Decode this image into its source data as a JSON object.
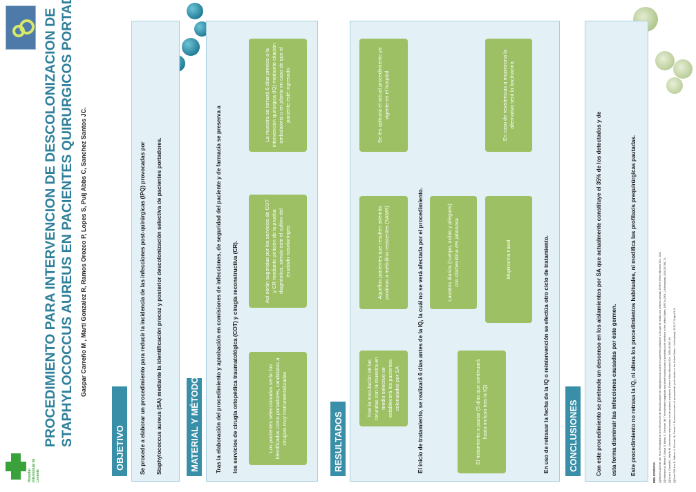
{
  "title": {
    "line1": "PROCEDIMIENTO PARA INTERVENCION DE DESCOLONIZACION DE",
    "line2": "STAPHYLOCOCCUS AUREUS EN PACIENTES QUIRURGICOS PORTADORES"
  },
  "authors": "Gaspar Carreño M , Martí Gonzalez R, Ramos Orozco P, Lopes S, Puij Abbs C, Sanchez Santos JC.",
  "logo": {
    "hospital_text": "Hospital Intermutual de Levante"
  },
  "objetivo": {
    "heading": "OBJETIVO",
    "line1": "Se procede a elaborar un procedimiento para reducir la incidencia de las infecciones post-quirúrgicas (IPQ) provocadas por",
    "line2": "Staphylococcus aureus (SA) mediante la identificación precoz y posterior descolonización selectiva de pacientes portadores."
  },
  "material": {
    "heading": "MATERIAL Y MÉTODOS",
    "line1": "Tras la elaboración del procedimiento y aprobación en comisiones de infecciones, de seguridad del paciente y de farmacia se preserva a",
    "line2": "los servicios de cirugía ortopédica traumatológica (COT) y cirugía reconstructiva (CR).",
    "box1": "Los pacientes seleccionados serán los identificados como portadores, candidatos a cirugías muy instrumentalizadas",
    "box2": "Así serán sugeridas por los servicios de COT y CR mediante petición de la prueba diagnóstica, siendo este el cultivo del exudado nasofaríngeo",
    "box3": "La muestra se tomará 6 días previos a la intervención quirúrgica (IQ) mediante citación ambulatoria o en planta en caso de que el paciente esté ingresado"
  },
  "resultados": {
    "heading": "RESULTADOS",
    "box_a1": "Tras la inoculación de las torundas con la muestra en medio selectivo se establecerá los pacientes colonizados por SA",
    "box_a2": "Aquellos pacientes que resulten además positivos a meticilina resistentes (SAMR)",
    "box_a3": "Se les aplicará el actual procedimiento ya vigente en el hospital",
    "line_mid": "El inicio de tratamiento, se realizará 6 días antes de la IQ, la cuál no se verá afectada por el procedimiento.",
    "box_b1": "El tratamiento a pautar (5 días que continuará hasta incluso tras la IQ)",
    "box_b2": "Lavados diarios (cuerpo, axilas y pliegues) con clorhexidina 4% jabonosa",
    "box_b3": "Mupirocina nasal",
    "box_b4": "En caso de resistencias a mupirocina la alternativa será la bacitracina",
    "line_end": "En uso de retrasar la fecha de la IQ o reintervención se efectúa otro ciclo de tratamiento."
  },
  "conclusiones": {
    "heading": "CONCLUSIONES",
    "line1": "Con este procedimiento se pretende un descenso en los aislamientos por SA que actualmente constituye el 35% de los detectados y de",
    "line2": "esta forma disminuir las infecciones causadas por éste germen.",
    "line3": "Este procedimiento no retrasa la IQ, ni altera los procedimientos habituales, ni modifica las profilaxis prequirúrgicas pautadas."
  },
  "bibliografia": {
    "heading": "BIBLIOGRAFIA",
    "refs": [
      "[1] Barbero-Allende JM, et al. Resultados de una intervención de descolonización de Staphylococcus aureus en pacientes portadores a los que se realiza una prótesis articular. Enferm Infecc Microbiol Clin. 2014.",
      "[2] Hellmann M, Mehta S, Bishai D, Mears S, Zenilman JM. The estimated magnitude and direct hospital costs of prosthetic joint infections in the United States, 1997 to 2004. J Arthroplasty. 2010;25:766–71.",
      "[3] Ariza A, Gavaldá L, Murillo M. Infecciones relacionadas con las prótesis articulares. Enferm Infecc Microbiol Clin. 2008;26:380–90.",
      "[4] Kurtz SM, Lau E, Watson H, Schmier JK, Parvizi J. Economic burden of periprosthetic joint infection in the United States. J Arthroplasty. 2012;27 Suppl:61–5."
    ]
  },
  "colors": {
    "accent": "#3a8fa8",
    "title": "#2d7f9a",
    "box": "#9cc063",
    "panel": "#e3f0f6"
  }
}
